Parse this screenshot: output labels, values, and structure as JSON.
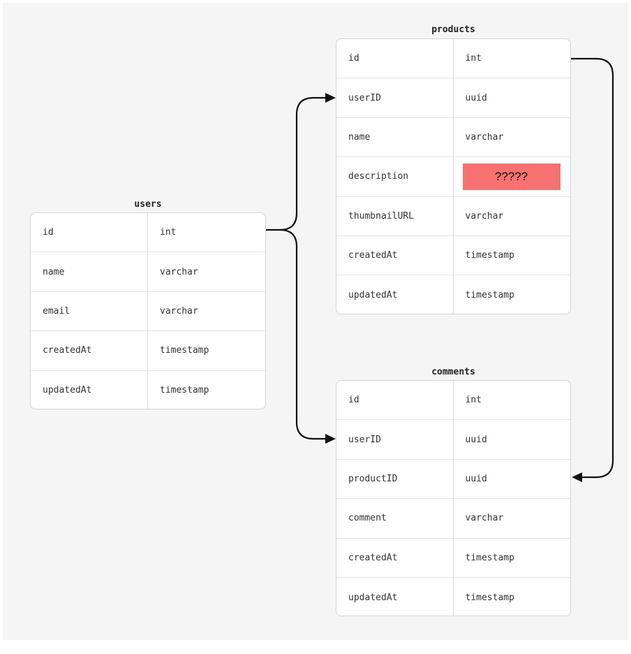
{
  "tables": {
    "products": {
      "title": "products",
      "rows": [
        {
          "name": "id",
          "type": "int"
        },
        {
          "name": "userID",
          "type": "uuid"
        },
        {
          "name": "name",
          "type": "varchar"
        },
        {
          "name": "description",
          "type": "?????"
        },
        {
          "name": "thumbnailURL",
          "type": "varchar"
        },
        {
          "name": "createdAt",
          "type": "timestamp"
        },
        {
          "name": "updatedAt",
          "type": "timestamp"
        }
      ]
    },
    "users": {
      "title": "users",
      "rows": [
        {
          "name": "id",
          "type": "int"
        },
        {
          "name": "name",
          "type": "varchar"
        },
        {
          "name": "email",
          "type": "varchar"
        },
        {
          "name": "createdAt",
          "type": "timestamp"
        },
        {
          "name": "updatedAt",
          "type": "timestamp"
        }
      ]
    },
    "comments": {
      "title": "comments",
      "rows": [
        {
          "name": "id",
          "type": "int"
        },
        {
          "name": "userID",
          "type": "uuid"
        },
        {
          "name": "productID",
          "type": "uuid"
        },
        {
          "name": "comment",
          "type": "varchar"
        },
        {
          "name": "createdAt",
          "type": "timestamp"
        },
        {
          "name": "updatedAt",
          "type": "timestamp"
        }
      ]
    }
  },
  "highlight_color": "#f87171",
  "connector_color": "#111111"
}
